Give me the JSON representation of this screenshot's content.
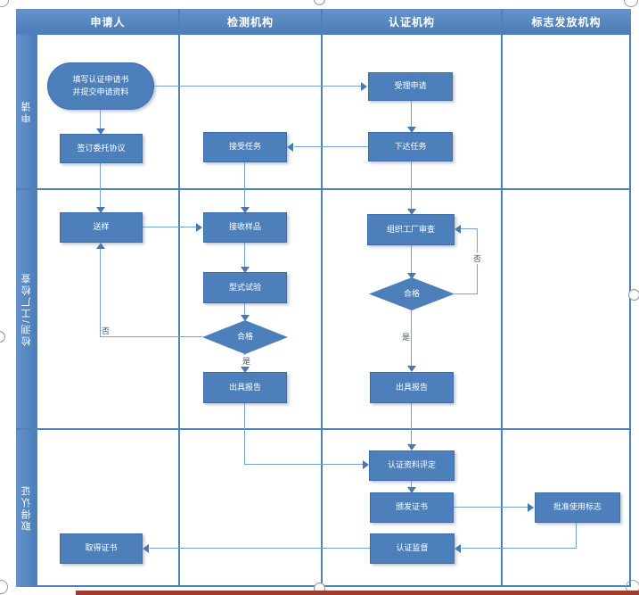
{
  "diagram": {
    "columns": [
      "申请人",
      "检测机构",
      "认证机构",
      "标志发放机构"
    ],
    "rows": [
      "申请",
      "检测/工厂检查",
      "取得认证"
    ],
    "nodes": {
      "fill_application": "填写认证申请书\n并提交申请资料",
      "sign_agreement": "签订委托协议",
      "accept_task": "接受任务",
      "accept_application": "受理申请",
      "assign_task": "下达任务",
      "send_sample": "送样",
      "receive_sample": "接收样品",
      "type_test": "型式试验",
      "test_qualified": "合格",
      "issue_report_test": "出具报告",
      "factory_review": "组织工厂审查",
      "review_qualified": "合格",
      "issue_report_cert": "出具报告",
      "evaluate_materials": "认证资料评定",
      "issue_certificate": "颁发证书",
      "approve_mark": "批准使用标志",
      "cert_supervision": "认证监督",
      "obtain_certificate": "取得证书"
    },
    "edge_labels": {
      "no": "否",
      "yes": "是"
    },
    "colors": {
      "shape_fill": "#4d80ba",
      "shape_border": "#3d6da6",
      "lane_fill": "#4f81bd",
      "connector_line": "#74a2d8",
      "arrowhead": "#4878b4",
      "edge_label_text": "#44546a",
      "bottom_strip": "#a03a2d"
    }
  }
}
